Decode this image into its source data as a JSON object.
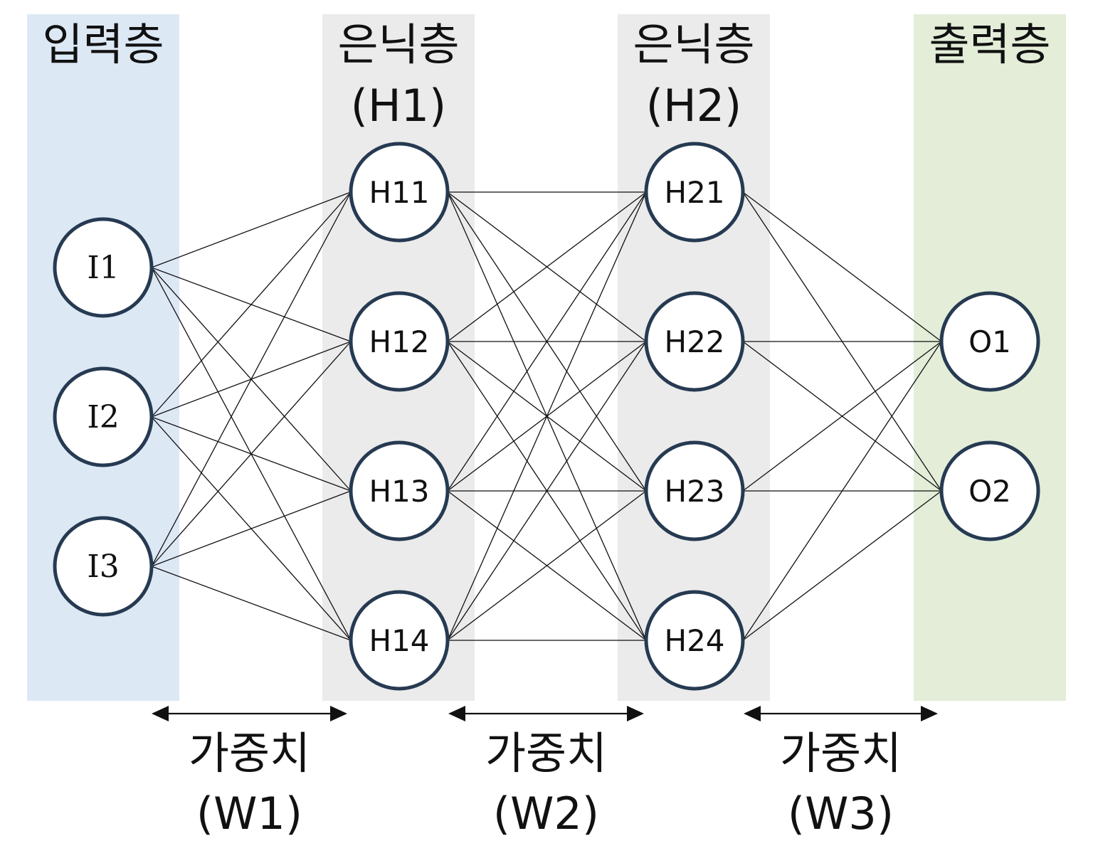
{
  "layers": [
    {
      "id": "input",
      "title": "입력층",
      "subtitle": "",
      "band_color": "#dde8f5",
      "nodes": [
        "I1",
        "I2",
        "I3"
      ]
    },
    {
      "id": "hidden1",
      "title": "은닉층",
      "subtitle": "(H1)",
      "band_color": "#ebebeb",
      "nodes": [
        "H11",
        "H12",
        "H13",
        "H14"
      ]
    },
    {
      "id": "hidden2",
      "title": "은닉층",
      "subtitle": "(H2)",
      "band_color": "#ebebeb",
      "nodes": [
        "H21",
        "H22",
        "H23",
        "H24"
      ]
    },
    {
      "id": "output",
      "title": "출력층",
      "subtitle": "",
      "band_color": "#e3edd8",
      "nodes": [
        "O1",
        "O2"
      ]
    }
  ],
  "weights": [
    {
      "line1": "가중치",
      "line2": "(W1)"
    },
    {
      "line1": "가중치",
      "line2": "(W2)"
    },
    {
      "line1": "가중치",
      "line2": "(W3)"
    }
  ],
  "colors": {
    "node_stroke": "#263a52",
    "node_fill": "#ffffff",
    "edge": "#111111"
  }
}
